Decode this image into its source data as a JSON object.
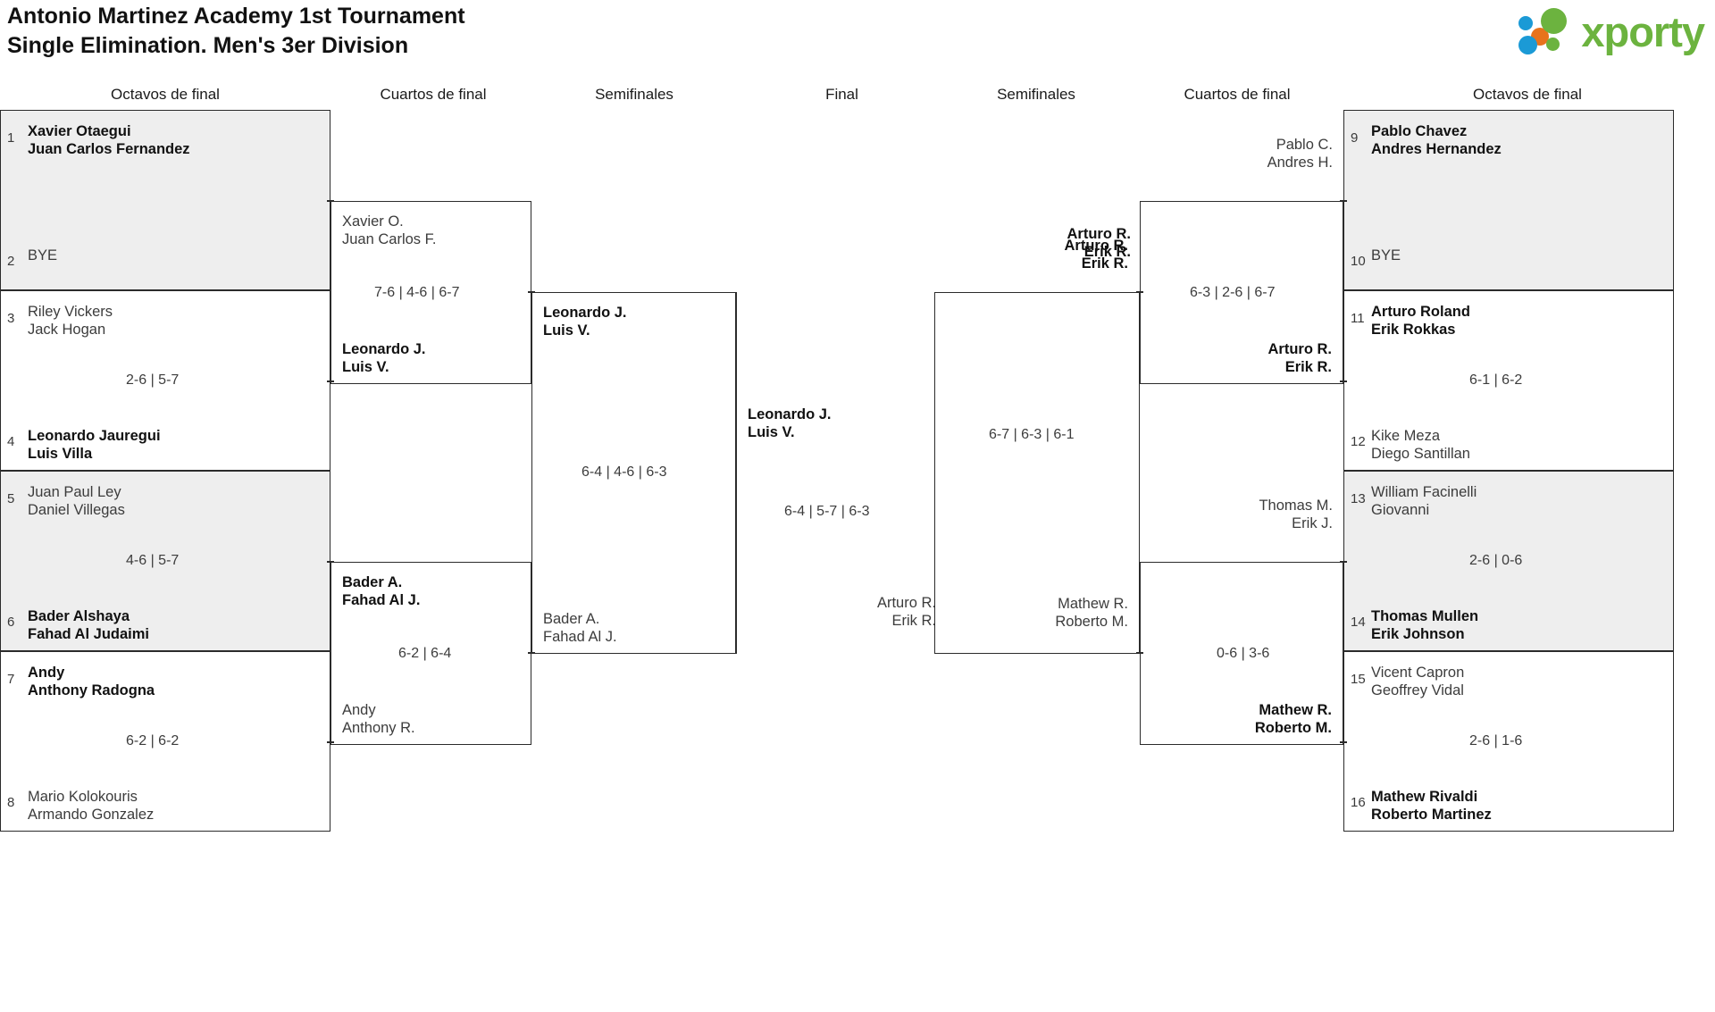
{
  "header": {
    "title_line1": "Antonio Martinez Academy 1st Tournament",
    "title_line2": "Single Elimination. Men's 3er Division",
    "logo_text": "xporty",
    "logo_colors": {
      "green": "#6cb33f",
      "orange": "#e8731c",
      "blue": "#1b9ad6"
    }
  },
  "rounds": {
    "left": [
      {
        "label": "Octavos de final"
      },
      {
        "label": "Cuartos de final"
      },
      {
        "label": "Semifinales"
      }
    ],
    "center": {
      "label": "Final"
    },
    "right": [
      {
        "label": "Semifinales"
      },
      {
        "label": "Cuartos de final"
      },
      {
        "label": "Octavos de final"
      }
    ]
  },
  "bracket": {
    "left_r16": [
      {
        "shaded": true,
        "top": {
          "seed": "1",
          "l1": "Xavier Otaegui",
          "l2": "Juan Carlos Fernandez",
          "winner": true
        },
        "bottom": {
          "seed": "2",
          "l1": "BYE",
          "l2": "",
          "winner": false
        },
        "score": ""
      },
      {
        "shaded": false,
        "top": {
          "seed": "3",
          "l1": "Riley Vickers",
          "l2": "Jack Hogan",
          "winner": false
        },
        "bottom": {
          "seed": "4",
          "l1": "Leonardo Jauregui",
          "l2": "Luis Villa",
          "winner": true
        },
        "score": "2-6 | 5-7"
      },
      {
        "shaded": true,
        "top": {
          "seed": "5",
          "l1": "Juan Paul Ley",
          "l2": "Daniel Villegas",
          "winner": false
        },
        "bottom": {
          "seed": "6",
          "l1": "Bader Alshaya",
          "l2": "Fahad Al Judaimi",
          "winner": true
        },
        "score": "4-6 | 5-7"
      },
      {
        "shaded": false,
        "top": {
          "seed": "7",
          "l1": "Andy",
          "l2": "Anthony Radogna",
          "winner": true
        },
        "bottom": {
          "seed": "8",
          "l1": "Mario Kolokouris",
          "l2": "Armando Gonzalez",
          "winner": false
        },
        "score": "6-2 | 6-2"
      }
    ],
    "left_qf": [
      {
        "top": {
          "l1": "Xavier O.",
          "l2": "Juan Carlos F.",
          "winner": false
        },
        "bottom": {
          "l1": "Leonardo J.",
          "l2": "Luis V.",
          "winner": true
        },
        "score": "7-6 | 4-6 | 6-7"
      },
      {
        "top": {
          "l1": "Bader A.",
          "l2": "Fahad Al J.",
          "winner": true
        },
        "bottom": {
          "l1": "Andy",
          "l2": "Anthony R.",
          "winner": false
        },
        "score": "6-2 | 6-4"
      }
    ],
    "left_sf": [
      {
        "top": {
          "l1": "Leonardo J.",
          "l2": "Luis V.",
          "winner": true
        },
        "bottom": {
          "l1": "Bader A.",
          "l2": "Fahad Al J.",
          "winner": false
        },
        "score": "6-4 | 4-6 | 6-3"
      }
    ],
    "final": {
      "top": {
        "l1": "Leonardo J.",
        "l2": "Luis V.",
        "winner": true
      },
      "bottom": {
        "l1": "Arturo R.",
        "l2": "Erik R.",
        "winner": false
      },
      "score": "6-4 | 5-7 | 6-3"
    },
    "right_sf": [
      {
        "top": {
          "l1": "Arturo R.",
          "l2": "Erik R.",
          "winner": true
        },
        "bottom": {
          "l1": "Mathew R.",
          "l2": "Roberto M.",
          "winner": false
        },
        "score": "6-7 | 6-3 | 6-1"
      }
    ],
    "right_qf": [
      {
        "top": {
          "l1": "Pablo C.",
          "l2": "Andres H.",
          "winner": false
        },
        "bottom": {
          "l1": "Arturo R.",
          "l2": "Erik R.",
          "winner": true
        },
        "score": "6-3 | 2-6 | 6-7"
      },
      {
        "top": {
          "l1": "Thomas M.",
          "l2": "Erik J.",
          "winner": false
        },
        "bottom": {
          "l1": "Mathew R.",
          "l2": "Roberto M.",
          "winner": true
        },
        "score": "0-6 | 3-6"
      }
    ],
    "right_r16": [
      {
        "shaded": true,
        "top": {
          "seed": "9",
          "l1": "Pablo Chavez",
          "l2": "Andres Hernandez",
          "winner": true
        },
        "bottom": {
          "seed": "10",
          "l1": "BYE",
          "l2": "",
          "winner": false
        },
        "score": ""
      },
      {
        "shaded": false,
        "top": {
          "seed": "11",
          "l1": "Arturo Roland",
          "l2": "Erik Rokkas",
          "winner": true
        },
        "bottom": {
          "seed": "12",
          "l1": "Kike Meza",
          "l2": "Diego Santillan",
          "winner": false
        },
        "score": "6-1 | 6-2"
      },
      {
        "shaded": true,
        "top": {
          "seed": "13",
          "l1": "William Facinelli",
          "l2": "Giovanni",
          "winner": false
        },
        "bottom": {
          "seed": "14",
          "l1": "Thomas Mullen",
          "l2": "Erik Johnson",
          "winner": true
        },
        "score": "2-6 | 0-6"
      },
      {
        "shaded": false,
        "top": {
          "seed": "15",
          "l1": "Vicent Capron",
          "l2": "Geoffrey Vidal",
          "winner": false
        },
        "bottom": {
          "seed": "16",
          "l1": "Mathew Rivaldi",
          "l2": "Roberto Martinez",
          "winner": true
        },
        "score": "2-6 | 1-6"
      }
    ]
  }
}
